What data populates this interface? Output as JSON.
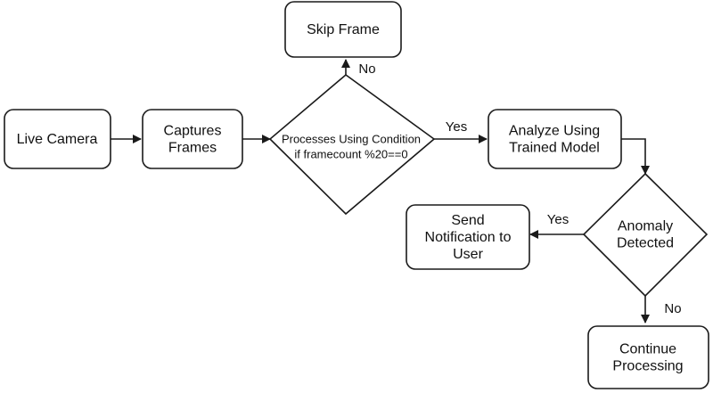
{
  "nodes": {
    "live_camera": {
      "lines": [
        "Live Camera"
      ]
    },
    "captures_frames": {
      "lines": [
        "Captures",
        "Frames"
      ]
    },
    "condition": {
      "lines": [
        "Processes Using Condition",
        "if framecount %20==0"
      ]
    },
    "skip_frame": {
      "lines": [
        "Skip Frame"
      ]
    },
    "analyze_model": {
      "lines": [
        "Analyze Using",
        "Trained Model"
      ]
    },
    "anomaly_detected": {
      "lines": [
        "Anomaly",
        "Detected"
      ]
    },
    "send_notification": {
      "lines": [
        "Send",
        "Notification to",
        "User"
      ]
    },
    "continue_processing": {
      "lines": [
        "Continue",
        "Processing"
      ]
    }
  },
  "edges": {
    "condition_no": "No",
    "condition_yes": "Yes",
    "anomaly_yes": "Yes",
    "anomaly_no": "No"
  },
  "colors": {
    "stroke": "#1a1a1a",
    "fill": "#ffffff",
    "text": "#111111"
  }
}
